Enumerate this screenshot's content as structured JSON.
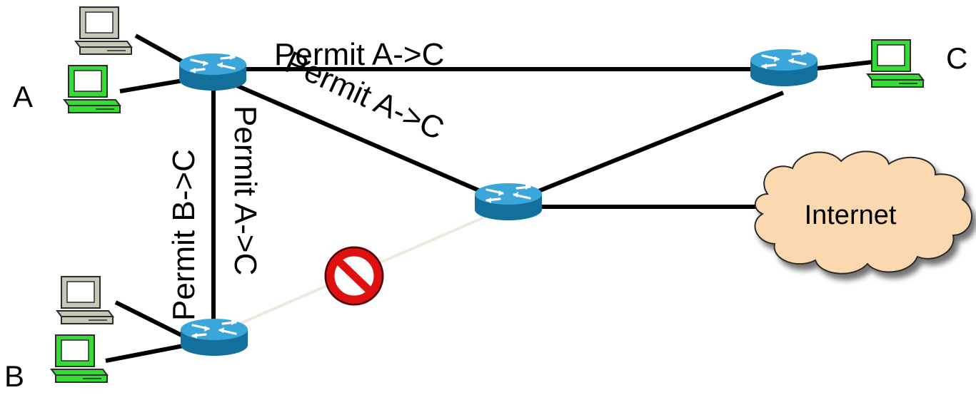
{
  "nodes": {
    "host_a": "A",
    "host_b": "B",
    "host_c": "C",
    "internet": "Internet"
  },
  "links": {
    "top": "Permit A->C",
    "diagonal": "Permit A->C",
    "left_outer": "Permit B->C",
    "left_inner": "Permit A->C"
  },
  "blocked_link_icon": "no-entry-icon",
  "colors": {
    "link": "#000000",
    "blocked_link": "#ece9df",
    "router_blue": "#1f8ec3",
    "pc_green": "#33dd33",
    "pc_gray": "#c8c8b8",
    "cloud_fill": "#fcd8b0",
    "prohibit_red": "#e01010"
  }
}
